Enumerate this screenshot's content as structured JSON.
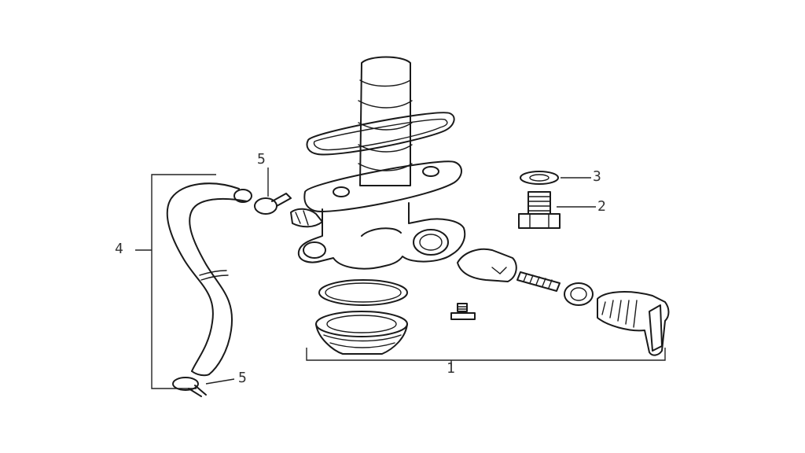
{
  "colors": {
    "line": "#1a1a1a",
    "label": "#333333",
    "background": "#ffffff"
  },
  "callouts": {
    "part_1": "1",
    "part_2": "2",
    "part_3": "3",
    "part_4": "4",
    "part_5_upper": "5",
    "part_5_lower": "5"
  }
}
